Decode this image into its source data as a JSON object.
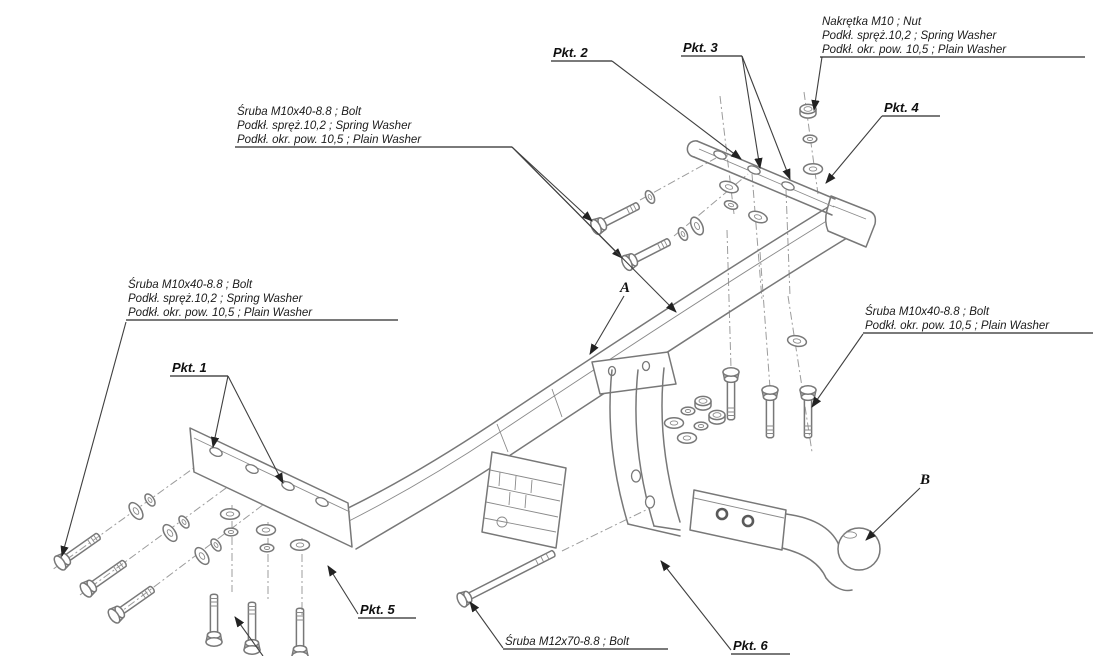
{
  "diagram": {
    "type": "towbar-exploded-assembly-drawing",
    "colors": {
      "background": "#ffffff",
      "line": "#787878",
      "text": "#1b1b1b",
      "leader": "#3f3f3f"
    },
    "labels": {
      "nut_assembly": {
        "l1": "Nakrętka  M10 ; Nut",
        "l2": "Podkł. spręż.10,2 ; Spring Washer",
        "l3": "Podkł. okr. pow. 10,5 ; Plain Washer"
      },
      "bolt_assembly_top": {
        "l1": "Śruba M10x40-8.8 ;  Bolt",
        "l2": "Podkł. spręż.10,2 ; Spring Washer",
        "l3": "Podkł. okr. pow. 10,5 ; Plain Washer"
      },
      "bolt_assembly_left": {
        "l1": "Śruba M10x40-8.8 ;  Bolt",
        "l2": "Podkł. spręż.10,2 ; Spring Washer",
        "l3": "Podkł. okr. pow. 10,5 ; Plain Washer"
      },
      "bolt_assembly_right": {
        "l1": "Śruba M10x40-8.8 ;  Bolt",
        "l2": "Podkł. okr. pow. 10,5 ; Plain Washer"
      },
      "bolt_m12": "Śruba M12x70-8.8 ;  Bolt",
      "points": {
        "p1": "Pkt. 1",
        "p2": "Pkt. 2",
        "p3": "Pkt. 3",
        "p4": "Pkt. 4",
        "p5": "Pkt. 5",
        "p6": "Pkt. 6"
      },
      "parts": {
        "a": "A",
        "b": "B"
      }
    }
  }
}
